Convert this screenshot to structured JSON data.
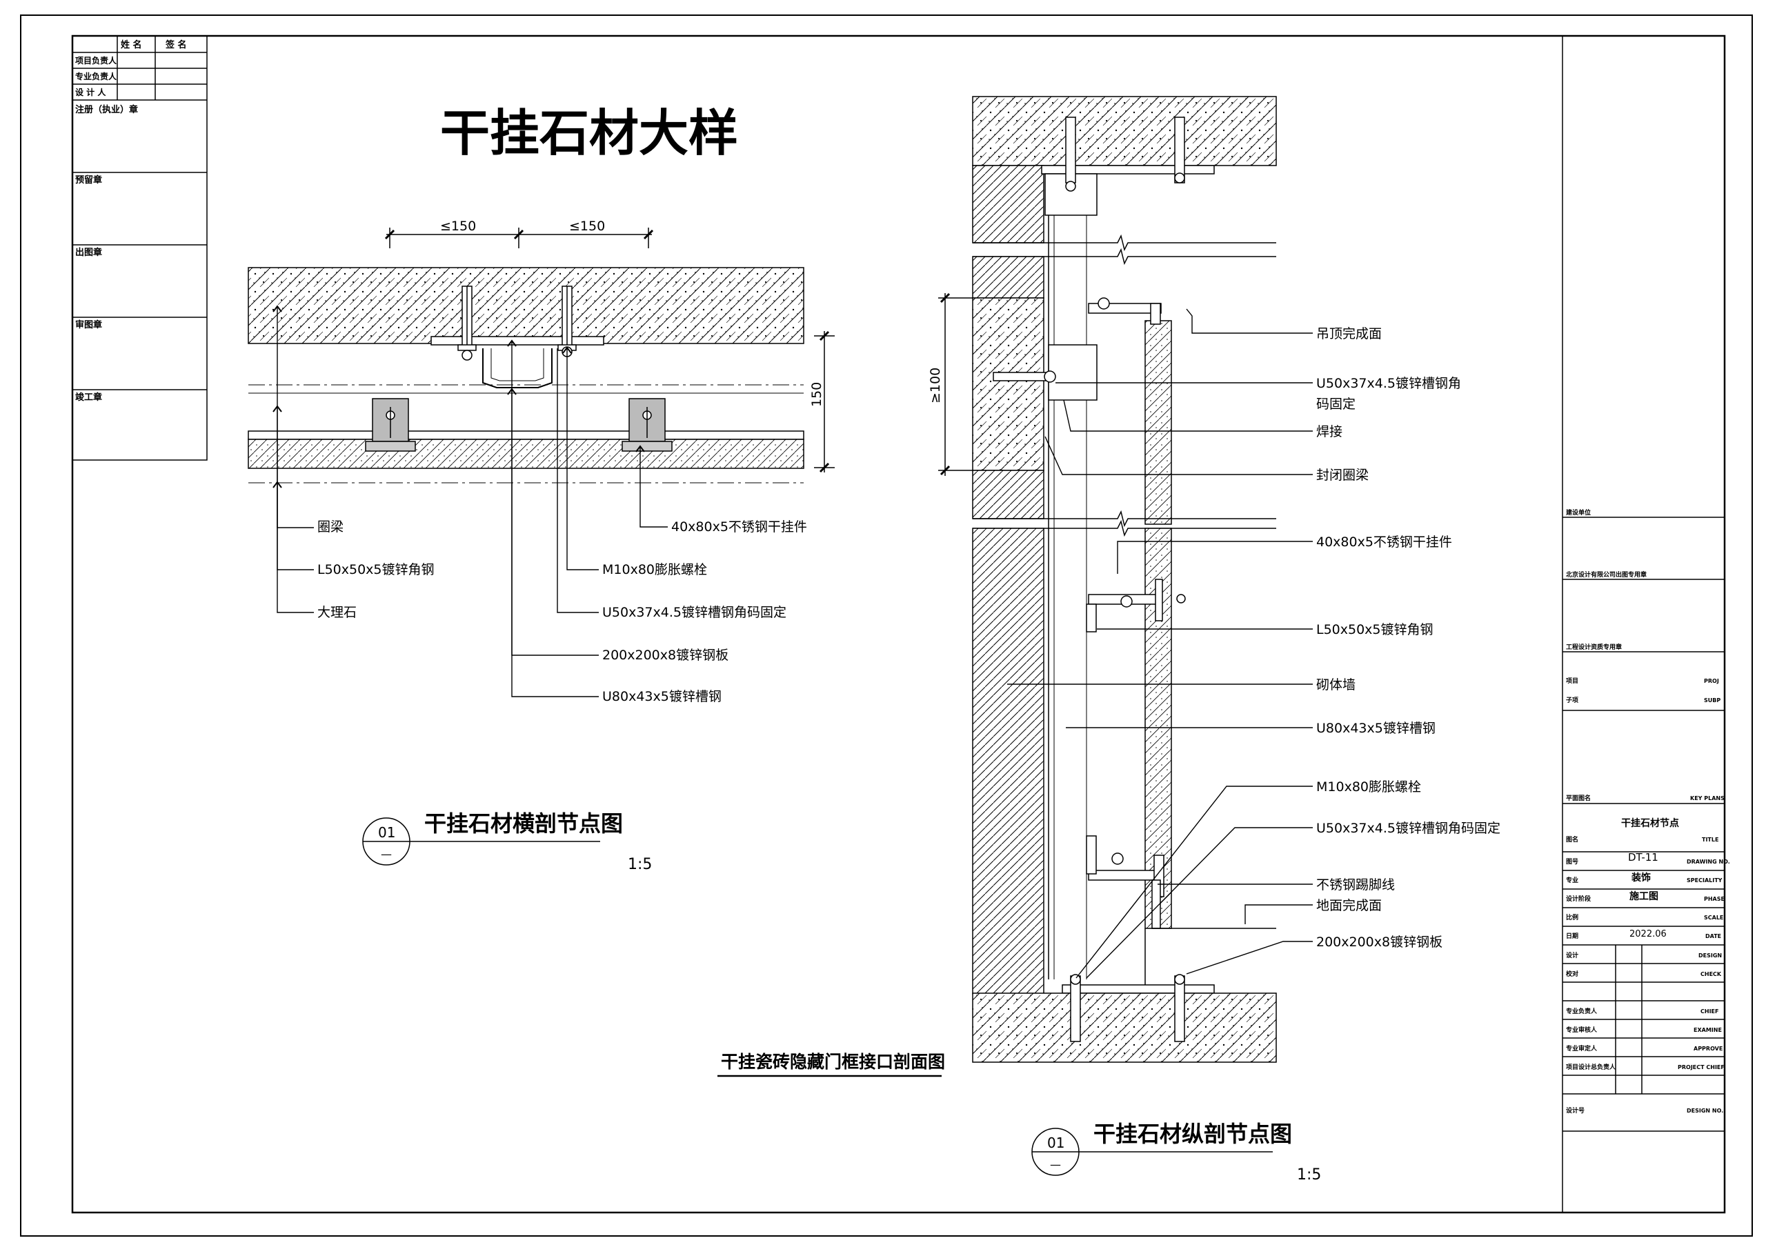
{
  "sheet": {
    "title": "干挂石材大样",
    "sub_caption": "干挂瓷砖隐藏门框接口剖面图"
  },
  "signoff": {
    "col_name": "姓  名",
    "col_sign": "签  名",
    "row_1": "项目负责人",
    "row_2": "专业负责人",
    "row_3": "设 计 人",
    "stamp_1": "注册（执业）章",
    "stamp_2": "预留章",
    "stamp_3": "出图章",
    "stamp_4": "审图章",
    "stamp_5": "竣工章"
  },
  "horizontal": {
    "dim_1": "≤150",
    "dim_2": "≤150",
    "dim_h": "150",
    "labels": [
      "圈梁",
      "L50x50x5镀锌角钢",
      "大理石",
      "40x80x5不锈钢干挂件",
      "M10x80膨胀螺栓",
      "U50x37x4.5镀锌槽钢角码固定",
      "200x200x8镀锌钢板",
      "U80x43x5镀锌槽钢"
    ],
    "caption": "干挂石材横剖节点图",
    "num": "01",
    "dash": "—",
    "scale": "1:5"
  },
  "vertical": {
    "dim_v": "≥100",
    "labels": [
      "吊顶完成面",
      "U50x37x4.5镀锌槽钢角",
      "码固定",
      "焊接",
      "封闭圈梁",
      "40x80x5不锈钢干挂件",
      "L50x50x5镀锌角钢",
      "砌体墙",
      "U80x43x5镀锌槽钢",
      "M10x80膨胀螺栓",
      "U50x37x4.5镀锌槽钢角码固定",
      "不锈钢踢脚线",
      "地面完成面",
      "200x200x8镀锌钢板"
    ],
    "caption": "干挂石材纵剖节点图",
    "num": "01",
    "dash": "—",
    "scale": "1:5"
  },
  "title_block": {
    "r1": "建设单位",
    "r2": "北京设计有限公司出图专用章",
    "r3": "工程设计资质专用章",
    "project_cn": "项目",
    "project_en": "PROJ",
    "sub_cn": "子项",
    "sub_en": "SUBP",
    "plan_cn": "平面图名",
    "plan_en": "KEY PLANS",
    "drawing_title": "干挂石材节点",
    "name_cn": "图名",
    "name_en": "TITLE",
    "no_cn": "图号",
    "no_en": "DRAWING NO.",
    "no_val": "DT-11",
    "spec_cn": "专业",
    "spec_en": "SPECIALITY",
    "spec_val": "装饰",
    "phase_cn": "设计阶段",
    "phase_en": "PHASE",
    "phase_val": "施工图",
    "scale_cn": "比例",
    "scale_en": "SCALE",
    "date_cn": "日期",
    "date_en": "DATE",
    "date_val": "2022.06",
    "design_cn": "设计",
    "design_en": "DESIGN",
    "check_cn": "校对",
    "check_en": "CHECK",
    "chief_cn": "专业负责人",
    "chief_en": "CHIEF",
    "examine_cn": "专业审核人",
    "examine_en": "EXAMINE",
    "approve_cn": "专业审定人",
    "approve_en": "APPROVE",
    "pchief_cn": "项目设计总负责人",
    "pchief_en": "PROJECT CHIEF",
    "dno_cn": "设计号",
    "dno_en": "DESIGN NO."
  }
}
